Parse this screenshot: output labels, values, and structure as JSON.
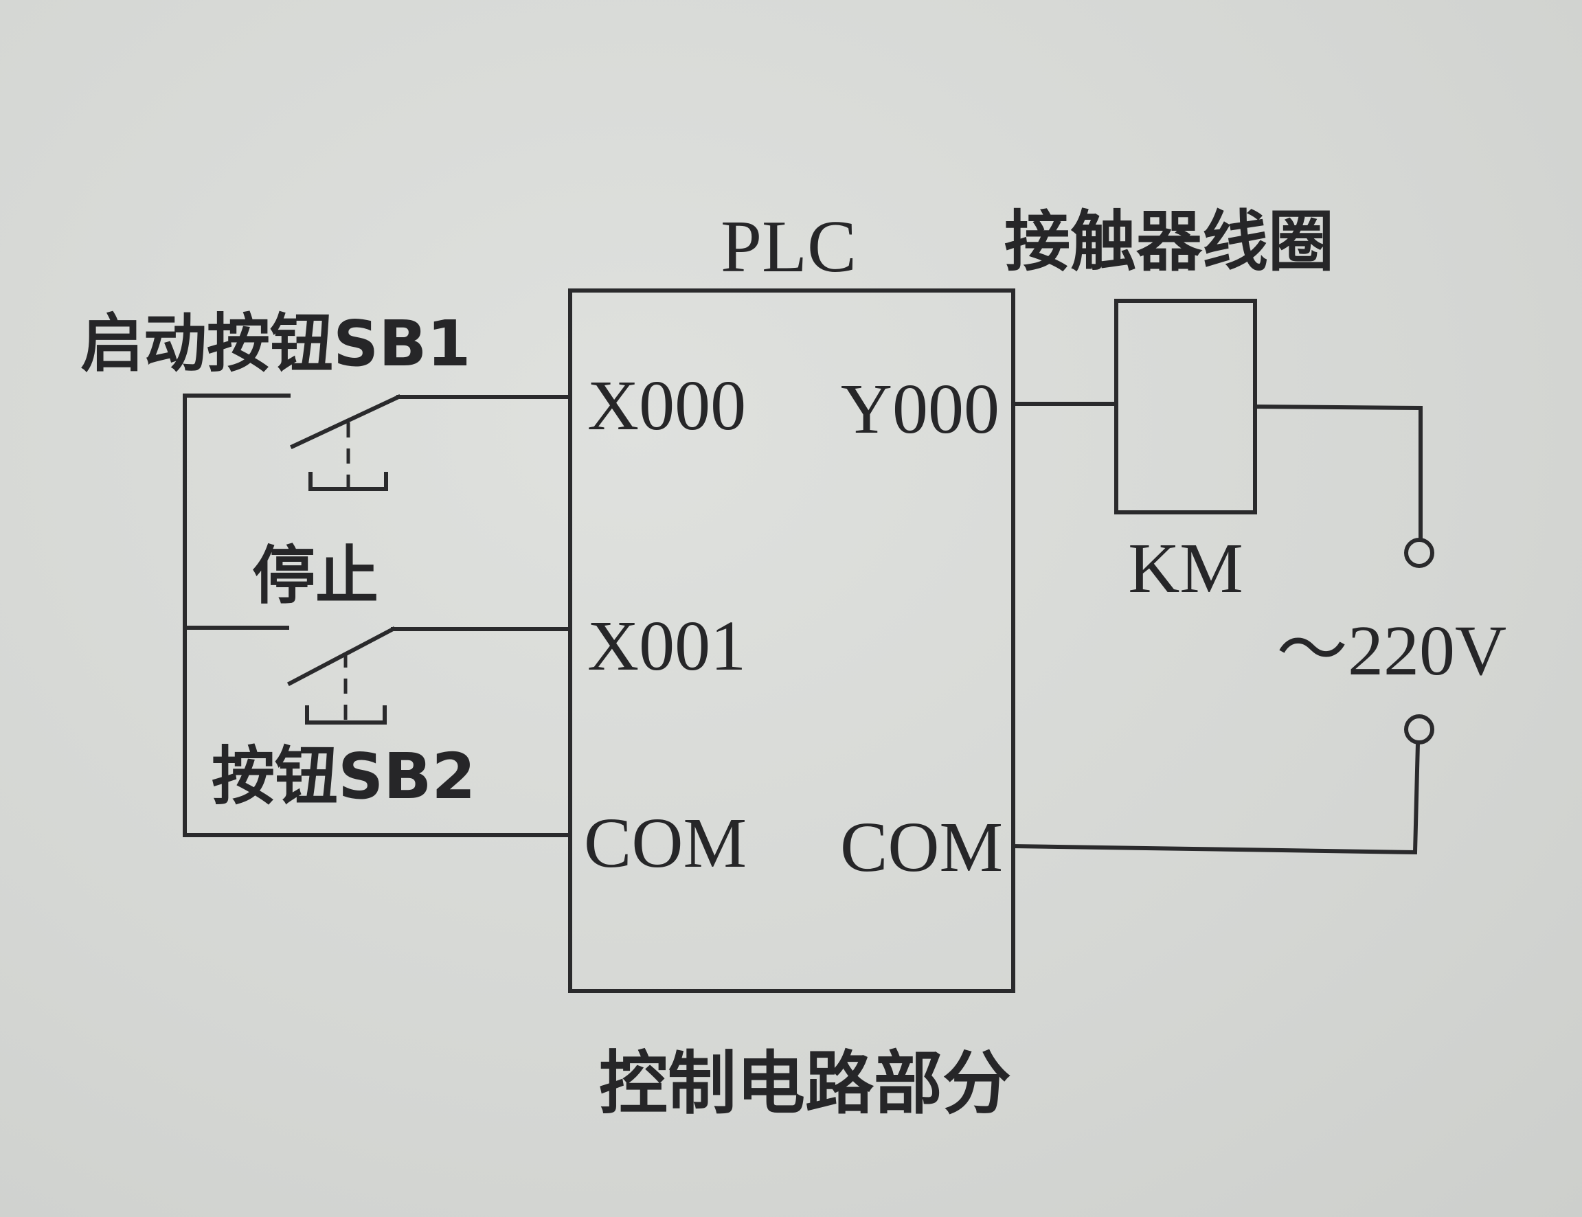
{
  "diagram": {
    "plc": {
      "title": "PLC",
      "inputs": [
        {
          "terminal": "X000"
        },
        {
          "terminal": "X001"
        },
        {
          "terminal": "COM"
        }
      ],
      "outputs": [
        {
          "terminal": "Y000"
        },
        {
          "terminal": "COM"
        }
      ]
    },
    "start_button": {
      "label": "启动按钮SB1"
    },
    "stop_button": {
      "label_line1": "停止",
      "label_line2": "按钮SB2"
    },
    "contactor": {
      "title": "接触器线圈",
      "label": "KM"
    },
    "power": {
      "label": "～220V"
    },
    "caption": "控制电路部分"
  },
  "colors": {
    "paper": "#d6d8d5",
    "ink": "#2a2a2c"
  }
}
